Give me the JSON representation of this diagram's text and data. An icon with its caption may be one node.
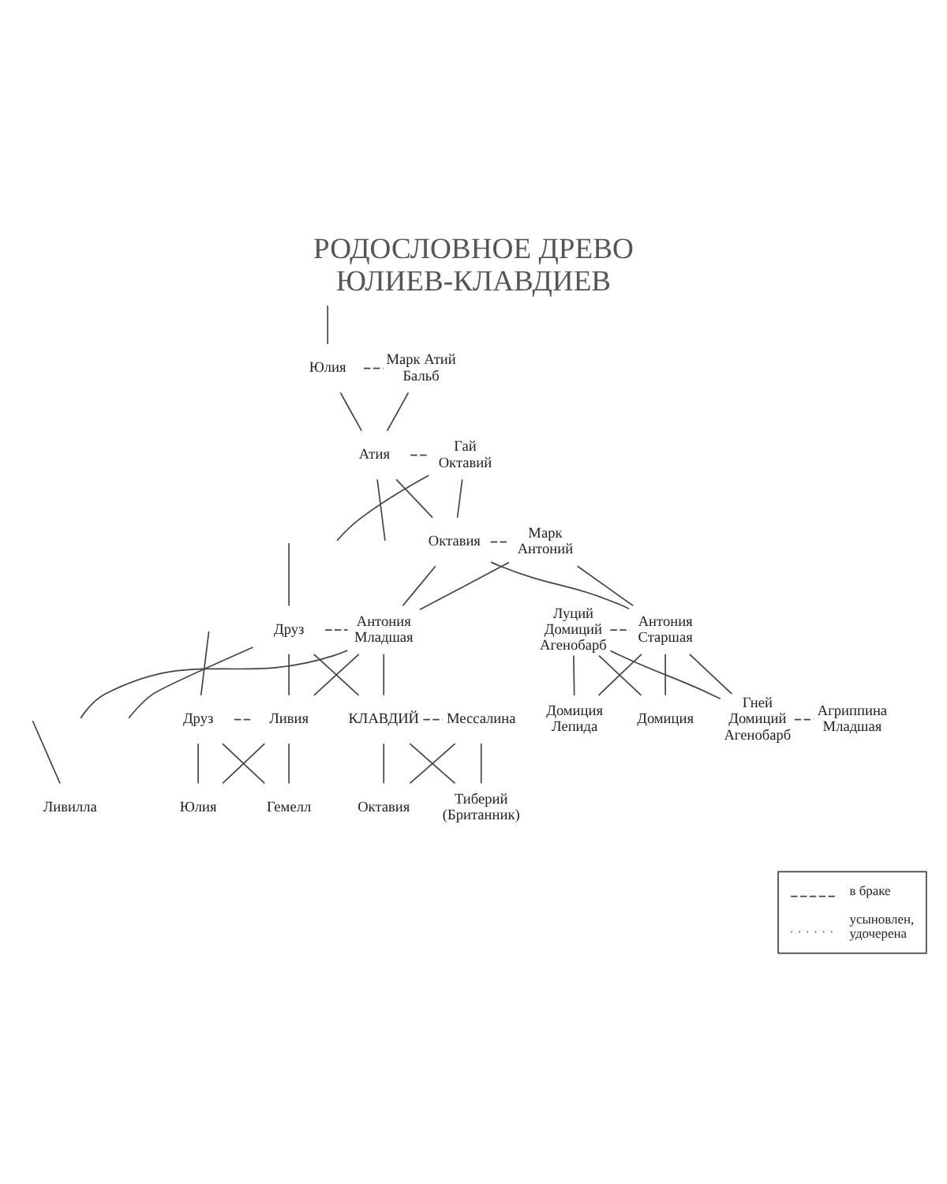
{
  "diagram": {
    "title": "РОДОСЛОВНОЕ ДРЕВО ЮЛИЕВ-КЛАВДИЕВ",
    "nodes": [
      {
        "text": [
          "Юлия"
        ]
      },
      {
        "text": [
          "Марк Атий Бальб"
        ]
      },
      {
        "text": [
          "Атия"
        ]
      },
      {
        "text": [
          "Гай Октавий"
        ]
      },
      {
        "text": [
          "Октавия"
        ]
      },
      {
        "text": [
          "Марк Антоний"
        ]
      },
      {
        "text": [
          "Друз"
        ]
      },
      {
        "text": [
          "Антония Младшая"
        ]
      },
      {
        "text": [
          "Луций Домиций Агенобарб"
        ]
      },
      {
        "text": [
          "Антония Старшая"
        ]
      },
      {
        "text": [
          "Друз"
        ]
      },
      {
        "text": [
          "Ливия"
        ]
      },
      {
        "text": [
          "Домиция Лепида"
        ]
      },
      {
        "text": [
          "Домиция"
        ]
      },
      {
        "text": [
          "Гней Домиций Агенобарб"
        ]
      },
      {
        "text": [
          "Агриппина Младшая"
        ]
      },
      {
        "text": [
          "Юлия"
        ]
      },
      {
        "text": [
          "Гемелл"
        ]
      },
      {
        "text": [
          "Ливилла"
        ]
      },
      {
        "text": [
          "КЛАВДИЙ"
        ]
      },
      {
        "text": [
          "Мессалина"
        ]
      },
      {
        "text": [
          "Октавия"
        ]
      },
      {
        "text": [
          "Тиберий (Британник)"
        ]
      }
    ],
    "edges": [
      {
        "from": null,
        "to": 0,
        "arrow": "none"
      },
      {
        "from": 0,
        "to": 1,
        "arrow": "none",
        "style": "dashed"
      },
      {
        "from": 0,
        "to": 2,
        "arrow": "none"
      },
      {
        "from": 1,
        "to": 2,
        "arrow": "none"
      },
      {
        "from": 2,
        "to": 3,
        "arrow": "none",
        "style": "dashed"
      },
      {
        "from": 2,
        "to": null,
        "arrow": "none"
      },
      {
        "from": 3,
        "to": null,
        "arrow": "none"
      },
      {
        "from": 2,
        "to": 4,
        "arrow": "none"
      },
      {
        "from": 3,
        "to": 4,
        "arrow": "none"
      },
      {
        "from": 4,
        "to": 5,
        "arrow": "none",
        "style": "dashed"
      },
      {
        "from": 4,
        "to": 7,
        "arrow": "none"
      },
      {
        "from": 5,
        "to": 7,
        "arrow": "none"
      },
      {
        "from": 4,
        "to": 9,
        "arrow": "none"
      },
      {
        "from": 5,
        "to": 9,
        "arrow": "none"
      },
      {
        "from": null,
        "to": 6,
        "arrow": "none"
      },
      {
        "from": 6,
        "to": 7,
        "arrow": "none",
        "style": "dashed"
      },
      {
        "from": 8,
        "to": 9,
        "arrow": "none",
        "style": "dashed"
      },
      {
        "from": 6,
        "to": null,
        "arrow": "none"
      },
      {
        "from": 7,
        "to": null,
        "arrow": "none"
      },
      {
        "from": 6,
        "to": 11,
        "arrow": "none"
      },
      {
        "from": 7,
        "to": 11,
        "arrow": "none"
      },
      {
        "from": 6,
        "to": 19,
        "arrow": "none"
      },
      {
        "from": 7,
        "to": 19,
        "arrow": "none"
      },
      {
        "from": null,
        "to": 10,
        "arrow": "none"
      },
      {
        "from": 10,
        "to": 11,
        "arrow": "none",
        "style": "dashed"
      },
      {
        "from": 8,
        "to": 12,
        "arrow": "none"
      },
      {
        "from": 9,
        "to": 12,
        "arrow": "none"
      },
      {
        "from": 8,
        "to": 13,
        "arrow": "none"
      },
      {
        "from": 9,
        "to": 13,
        "arrow": "none"
      },
      {
        "from": 8,
        "to": 14,
        "arrow": "none"
      },
      {
        "from": 9,
        "to": 14,
        "arrow": "none"
      },
      {
        "from": 14,
        "to": 15,
        "arrow": "none",
        "style": "dashed"
      },
      {
        "from": 10,
        "to": 16,
        "arrow": "none"
      },
      {
        "from": 11,
        "to": 16,
        "arrow": "none"
      },
      {
        "from": 10,
        "to": 17,
        "arrow": "none"
      },
      {
        "from": 11,
        "to": 17,
        "arrow": "none"
      },
      {
        "from": null,
        "to": 18,
        "arrow": "none"
      },
      {
        "from": 19,
        "to": 20,
        "arrow": "none",
        "style": "dashed"
      },
      {
        "from": 19,
        "to": 21,
        "arrow": "none"
      },
      {
        "from": 20,
        "to": 21,
        "arrow": "none"
      },
      {
        "from": 19,
        "to": 22,
        "arrow": "none"
      },
      {
        "from": 20,
        "to": 22,
        "arrow": "none"
      }
    ],
    "legend": [
      {
        "text": "в браке"
      },
      {
        "text": "усыновлен, удочерена"
      }
    ]
  }
}
